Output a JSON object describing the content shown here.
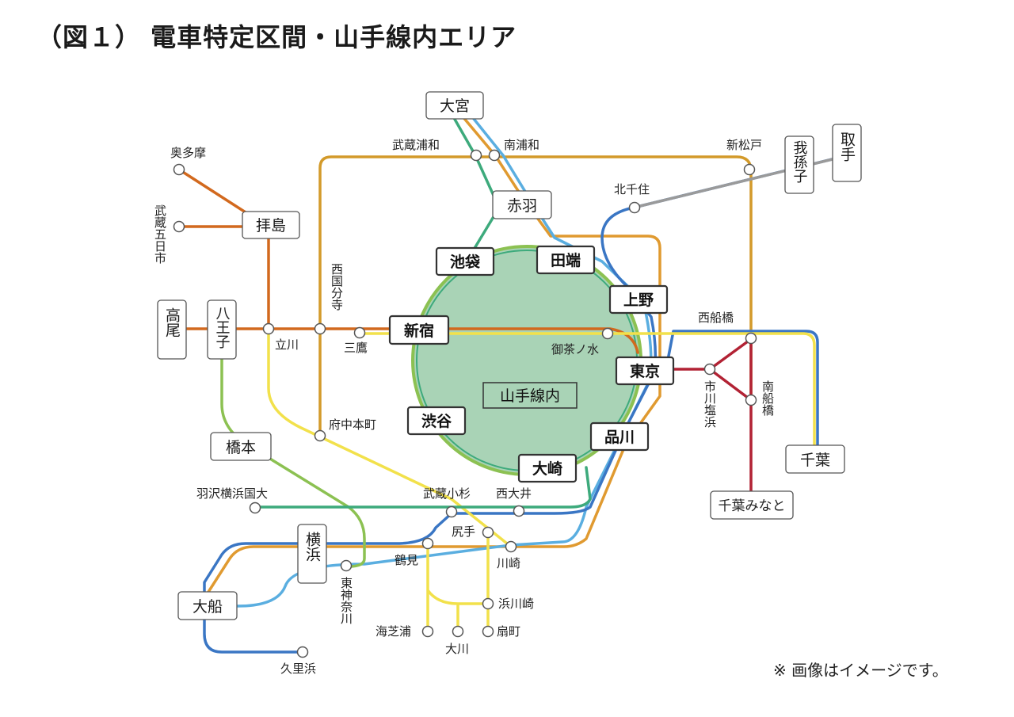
{
  "title": "（図１） 電車特定区間・山手線内エリア",
  "note": "※  画像はイメージです。",
  "area_label": "山手線内",
  "colors": {
    "chuo": "#d2691e",
    "sobu_yellow": "#f2e14b",
    "keihin_blue": "#5aaee0",
    "saikyo_green": "#3daa7c",
    "yamanote_green": "#8cc152",
    "musashino_orange": "#d39a2a",
    "tokaido_orange": "#e09a30",
    "yokosuka_blue": "#3a76c4",
    "joban_gray": "#9a9a9a",
    "keiyo_red": "#b22234",
    "area_fill": "#a9d3b6"
  },
  "major_stations": {
    "shinjuku": "新宿",
    "ikebukuro": "池袋",
    "tabata": "田端",
    "ueno": "上野",
    "tokyo": "東京",
    "shinagawa": "品川",
    "osaki": "大崎",
    "shibuya": "渋谷"
  },
  "boxed_stations": {
    "omiya": "大宮",
    "akabane": "赤羽",
    "haijima": "拝島",
    "takao": "高尾",
    "hachioji": "八王子",
    "hashimoto": "橋本",
    "yokohama": "横浜",
    "ofuna": "大船",
    "toride": "取手",
    "abiko": "我孫子",
    "chiba": "千葉",
    "chiba_minato": "千葉みなと"
  },
  "stations": {
    "musashi_urawa": "武蔵浦和",
    "minami_urawa": "南浦和",
    "shin_matsudo": "新松戸",
    "kita_senju": "北千住",
    "okutama": "奥多摩",
    "musashi_itsukaichi": "武蔵五日市",
    "nishi_kokubunji": "西国分寺",
    "tachikawa": "立川",
    "mitaka": "三鷹",
    "ochanomizu": "御茶ノ水",
    "nishi_funabashi": "西船橋",
    "ichikawa_shiohama": "市川塩浜",
    "minami_funabashi": "南船橋",
    "fuchu_hommachi": "府中本町",
    "musashi_kosugi": "武蔵小杉",
    "nishi_oi": "西大井",
    "hazawa": "羽沢横浜国大",
    "shitte": "尻手",
    "tsurumi": "鶴見",
    "kawasaki": "川崎",
    "higashi_kanagawa": "東神奈川",
    "hama_kawasaki": "浜川崎",
    "umi_shibaura": "海芝浦",
    "okawa": "大川",
    "ogimachi": "扇町",
    "kurihama": "久里浜"
  }
}
